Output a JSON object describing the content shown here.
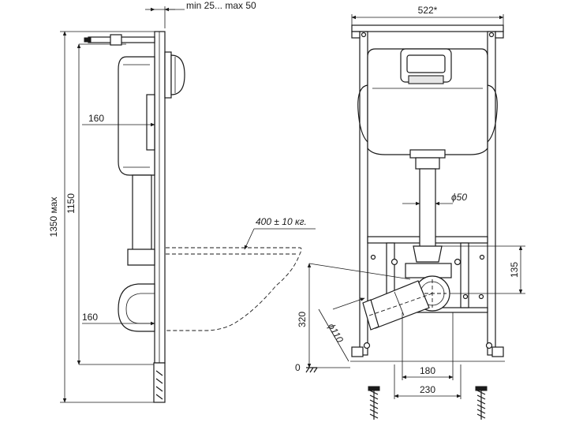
{
  "side_view": {
    "depth_range": "min 25... max 50",
    "height_max": "1350 мах",
    "height": "1150",
    "upper_offset": "160",
    "lower_offset": "160",
    "load": "400 ± 10 кг."
  },
  "front_view": {
    "width": "522*",
    "drain_diameter": "ϕ50",
    "outlet_height": "135",
    "floor_height": "320",
    "outlet_diameter": "ϕ110",
    "zero_level": "0",
    "bolt_spacing_inner": "180",
    "bolt_spacing_outer": "230"
  }
}
